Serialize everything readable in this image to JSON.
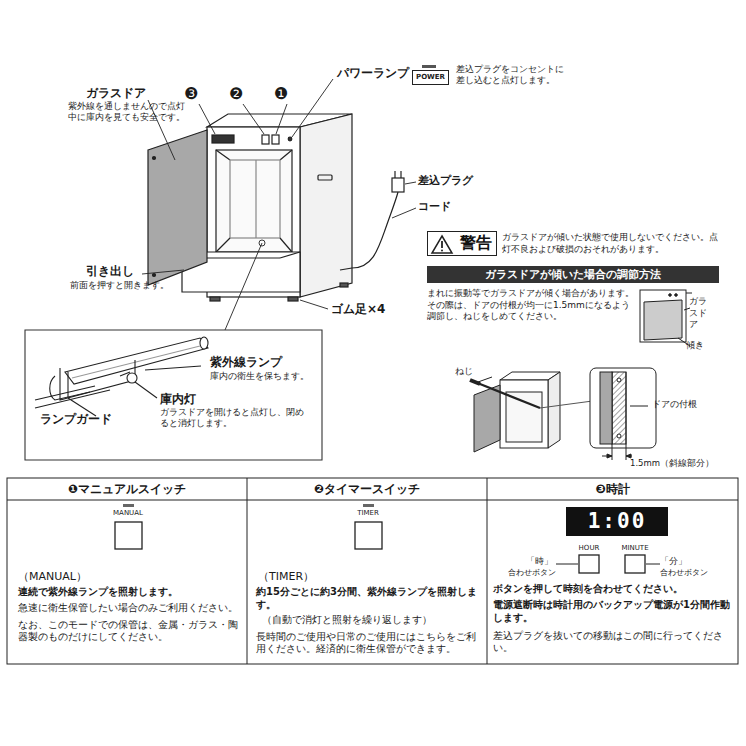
{
  "diagram": {
    "nodes": [
      {
        "text": [
          "POWER"
        ]
      },
      {
        "text": [
          "警告"
        ]
      },
      {
        "text": [
          "ガラスドアが傾いた場合の調節方法"
        ]
      },
      {
        "text": [
          "1:00"
        ]
      }
    ],
    "labels": [
      "❸",
      "❷",
      "❶",
      "ガラスドア",
      "紫外線を通しませんので点灯中に庫内を見ても安全です。",
      "パワーランプ",
      "差込プラグをコンセントに差し込むと点灯します。",
      "差込プラグ",
      "コード",
      "引き出し",
      "前面を押すと開きます。",
      "ゴム足×4",
      "ガラスドアが傾いた状態で使用しないでください。点灯不良および破損のおそれがあります。",
      "まれに振動等でガラスドアが傾く場合があります。その際は、ドアの付根が均一に1.5mmになるよう調節し、ねじをしめてください。",
      "ガラスドア",
      "傾き",
      "紫外線ランプ",
      "庫内の衛生を保ちます。",
      "ランプガード",
      "庫内灯",
      "ガラスドアを開けると点灯し、閉めると消灯します。",
      "ねじ",
      "ドアの付根",
      "1.5mm（斜線部分）",
      "❶マニュアルスイッチ",
      "❷タイマースイッチ",
      "❸時計",
      "MANUAL",
      "（MANUAL）",
      "連続で紫外線ランプを照射します。",
      "急速に衛生保管したい場合のみご利用ください。",
      "なお、このモードでの保管は、金属・ガラス・陶器製のものだけにしてください。",
      "TIMER",
      "（TIMER）",
      "約15分ごとに約3分間、紫外線ランプを照射します。",
      "（自動で消灯と照射を繰り返します）",
      "長時間のご使用や日常のご使用にはこちらをご利用ください。経済的に衛生保管ができます。",
      "HOUR",
      "MINUTE",
      "「時」",
      "合わせボタン",
      "「分」",
      "合わせボタン",
      "ボタンを押して時刻を合わせてください。",
      "電源遮断時は時計用のバックアップ電源が1分間作動します。",
      "差込プラグを抜いての移動はこの間に行ってください。"
    ]
  }
}
